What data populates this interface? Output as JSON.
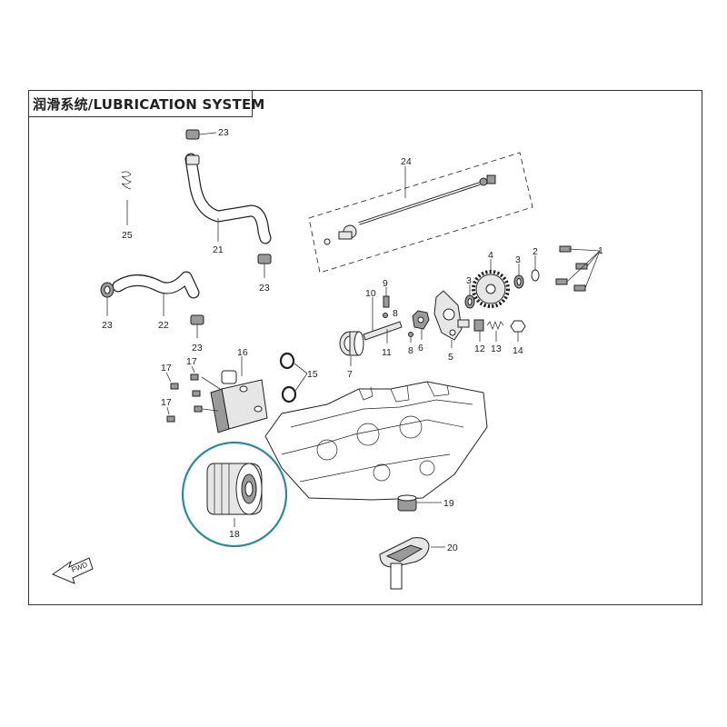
{
  "header": {
    "title": "润滑系统/LUBRICATION  SYSTEM"
  },
  "direction_label": "FWD",
  "highlight_color": "#2a8a99",
  "callouts": {
    "c1": "1",
    "c2": "2",
    "c3a": "3",
    "c3b": "3",
    "c4": "4",
    "c5": "5",
    "c6": "6",
    "c7": "7",
    "c8a": "8",
    "c8b": "8",
    "c9": "9",
    "c10": "10",
    "c11": "11",
    "c12": "12",
    "c13": "13",
    "c14": "14",
    "c15": "15",
    "c16": "16",
    "c17a": "17",
    "c17b": "17",
    "c17c": "17",
    "c18": "18",
    "c19": "19",
    "c20": "20",
    "c21": "21",
    "c22": "22",
    "c23a": "23",
    "c23b": "23",
    "c23c": "23",
    "c23d": "23",
    "c24": "24",
    "c25": "25"
  }
}
